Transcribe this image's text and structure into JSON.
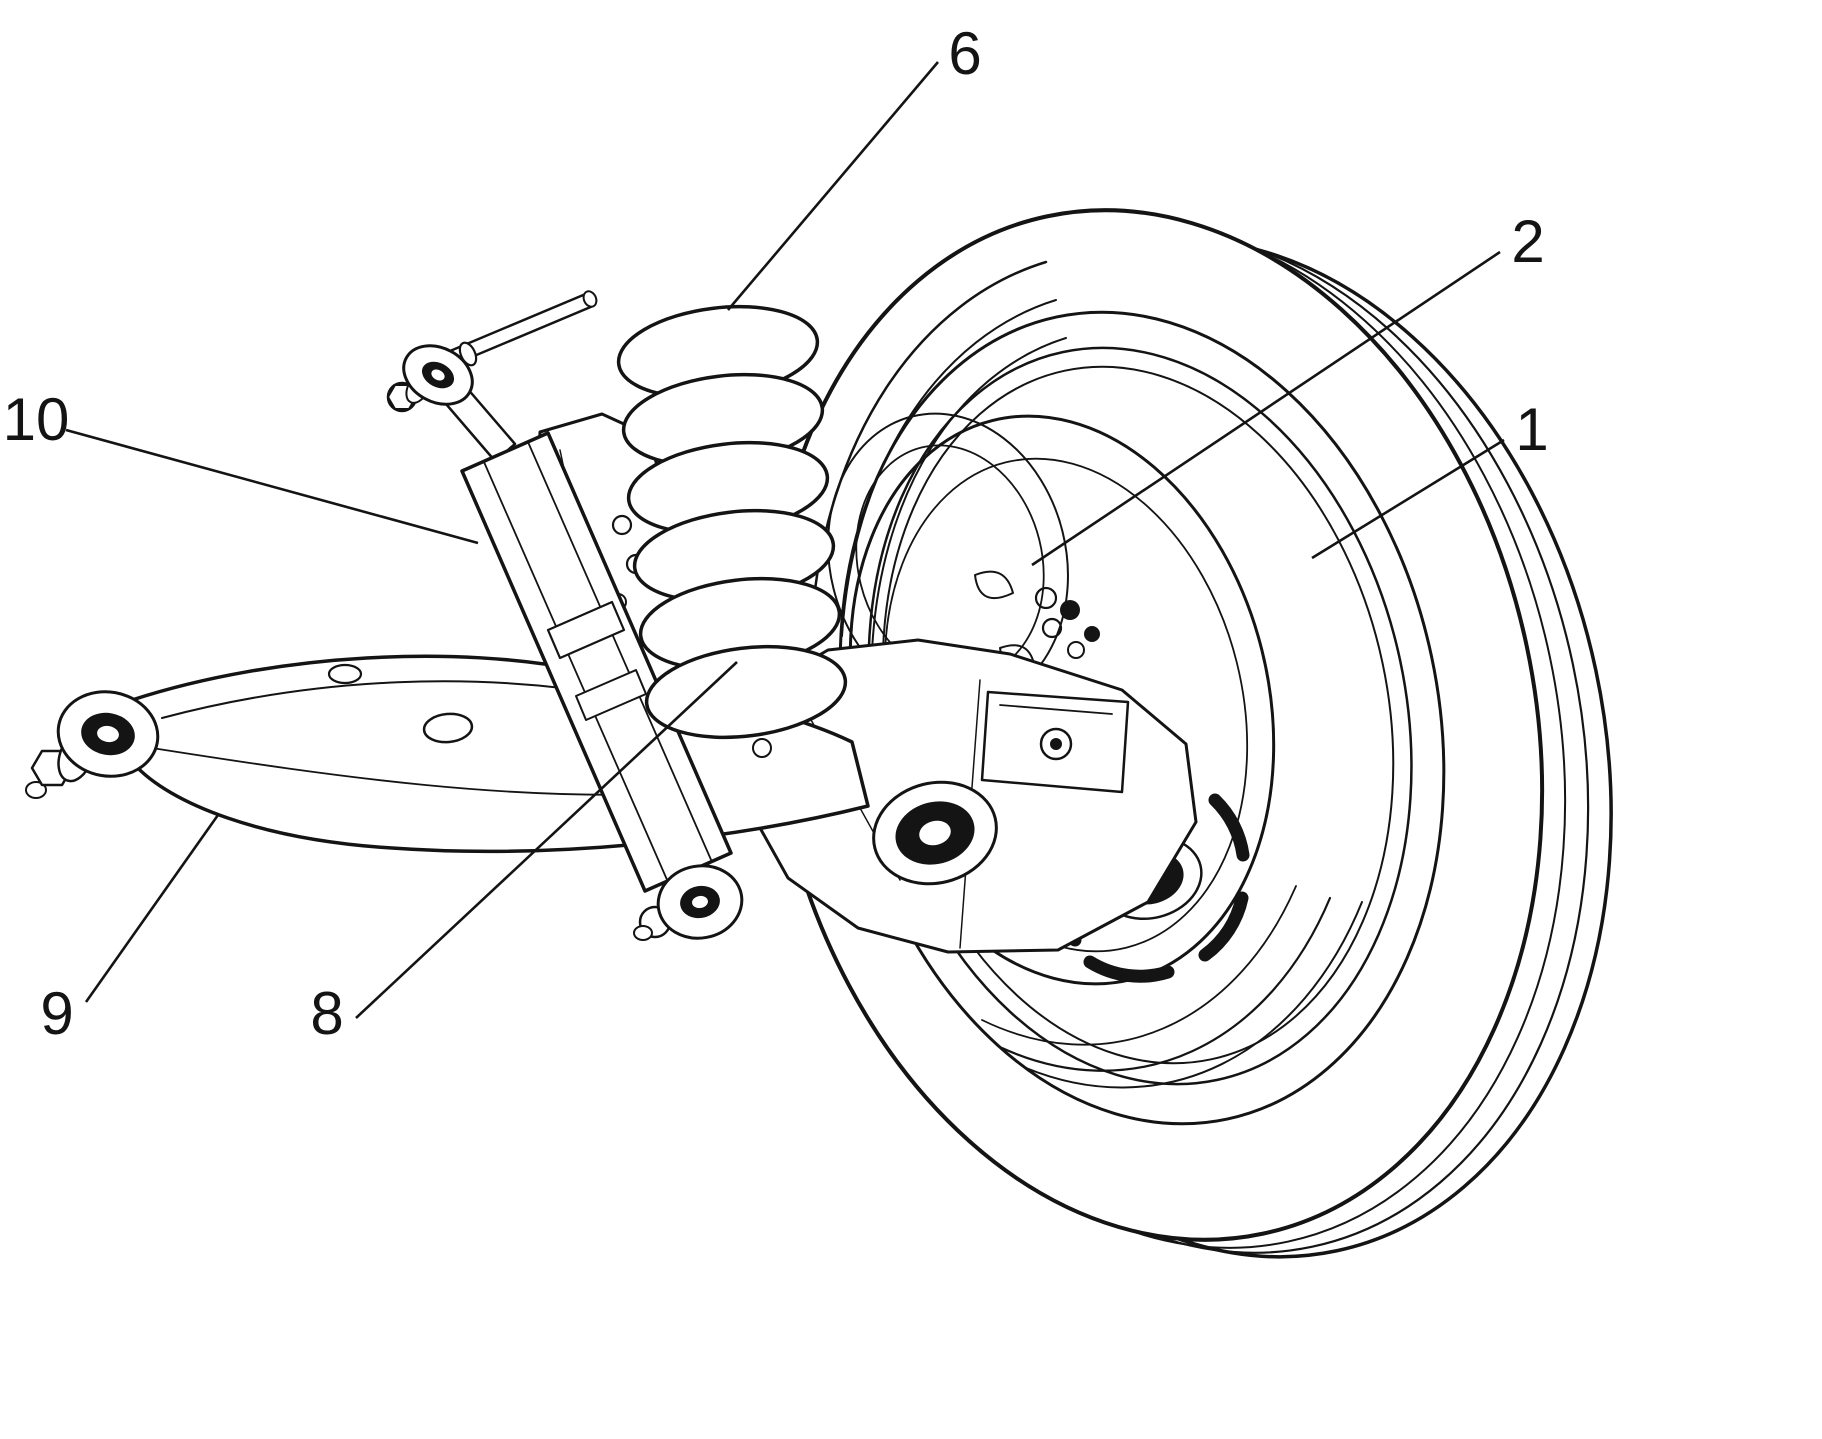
{
  "figure": {
    "type": "patent-line-drawing",
    "subject": "vehicle suspension assembly with wheel, coil spring, shock absorber, control arm and brake backing plate",
    "background_color": "#ffffff",
    "line_color": "#141414",
    "callouts": [
      {
        "text": "6"
      },
      {
        "text": "2"
      },
      {
        "text": "1"
      },
      {
        "text": "10"
      },
      {
        "text": "9"
      },
      {
        "text": "8"
      }
    ]
  }
}
